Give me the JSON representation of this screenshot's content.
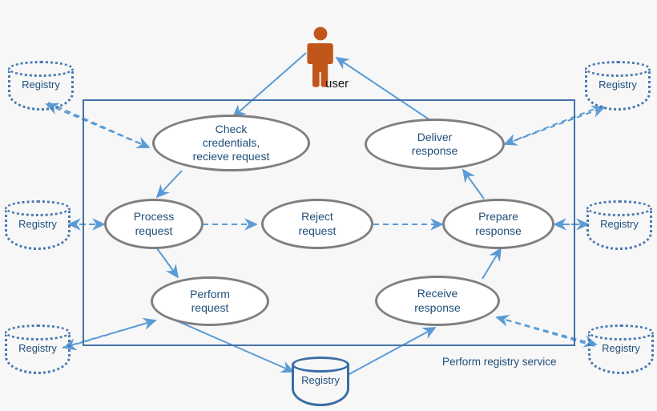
{
  "diagram": {
    "title": "Perform registry service",
    "background_color": "#f7f7f7",
    "boundary_color": "#4472a8",
    "ellipse_border_color": "#7f7f7f",
    "text_color": "#1f4e79",
    "actor_color": "#c0561a",
    "connector_color": "#5b9bd5"
  },
  "actor": {
    "name": "user",
    "label": "user"
  },
  "boundary": {
    "label": "Perform registry service"
  },
  "use_cases": [
    {
      "id": "check-credentials",
      "lines": [
        "Check",
        "credentials,",
        "recieve request"
      ]
    },
    {
      "id": "deliver-response",
      "lines": [
        "Deliver",
        "response"
      ]
    },
    {
      "id": "process-request",
      "lines": [
        "Process",
        "request"
      ]
    },
    {
      "id": "reject-request",
      "lines": [
        "Reject",
        "request"
      ]
    },
    {
      "id": "prepare-response",
      "lines": [
        "Prepare",
        "response"
      ]
    },
    {
      "id": "perform-request",
      "lines": [
        "Perform",
        "request"
      ]
    },
    {
      "id": "receive-response",
      "lines": [
        "Receive",
        "response"
      ]
    }
  ],
  "registries": [
    {
      "id": "registry-top-left",
      "label": "Registry",
      "style": "dotted"
    },
    {
      "id": "registry-middle-left",
      "label": "Registry",
      "style": "dotted"
    },
    {
      "id": "registry-bottom-left",
      "label": "Registry",
      "style": "dotted"
    },
    {
      "id": "registry-top-right",
      "label": "Registry",
      "style": "dotted"
    },
    {
      "id": "registry-middle-right",
      "label": "Registry",
      "style": "dotted"
    },
    {
      "id": "registry-bottom-right",
      "label": "Registry",
      "style": "dotted"
    },
    {
      "id": "registry-center",
      "label": "Registry",
      "style": "solid"
    }
  ]
}
